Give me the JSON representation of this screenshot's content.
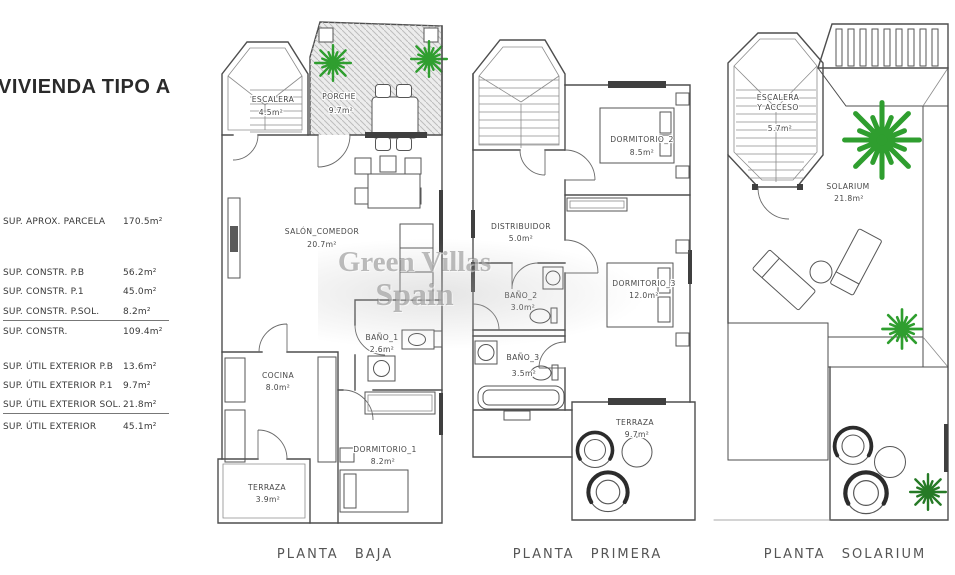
{
  "title": "VIVIENDA TIPO A",
  "watermark": {
    "line1": "Green Villas",
    "line2": "Spain"
  },
  "area_table": {
    "rows": [
      {
        "label": "SUP. APROX. PARCELA",
        "value": "170.5m²"
      },
      {
        "label": "SUP. CONSTR. P.B",
        "value": "56.2m²"
      },
      {
        "label": "SUP. CONSTR. P.1",
        "value": "45.0m²"
      },
      {
        "label": "SUP. CONSTR. P.SOL.",
        "value": "8.2m²"
      },
      {
        "label": "SUP. CONSTR.",
        "value": "109.4m²"
      },
      {
        "label": "SUP. ÚTIL EXTERIOR P.B",
        "value": "13.6m²"
      },
      {
        "label": "SUP. ÚTIL EXTERIOR P.1",
        "value": "9.7m²"
      },
      {
        "label": "SUP. ÚTIL EXTERIOR SOL.",
        "value": "21.8m²"
      },
      {
        "label": "SUP. ÚTIL EXTERIOR",
        "value": "45.1m²"
      }
    ]
  },
  "plans": [
    {
      "caption": "PLANTA BAJA",
      "rooms": [
        {
          "name": "ESCALERA",
          "area": "4.5m²"
        },
        {
          "name": "PORCHE",
          "area": "9.7m²"
        },
        {
          "name": "SALÓN_COMEDOR",
          "area": "20.7m²"
        },
        {
          "name": "BAÑO_1",
          "area": "2.6m²"
        },
        {
          "name": "COCINA",
          "area": "8.0m²"
        },
        {
          "name": "DORMITORIO_1",
          "area": "8.2m²"
        },
        {
          "name": "TERRAZA",
          "area": "3.9m²"
        }
      ]
    },
    {
      "caption": "PLANTA PRIMERA",
      "rooms": [
        {
          "name": "DORMITORIO_2",
          "area": "8.5m²"
        },
        {
          "name": "DISTRIBUIDOR",
          "area": "5.0m²"
        },
        {
          "name": "BAÑO_2",
          "area": "3.0m²"
        },
        {
          "name": "DORMITORIO_3",
          "area": "12.0m²"
        },
        {
          "name": "BAÑO_3",
          "area": "3.5m²"
        },
        {
          "name": "TERRAZA",
          "area": "9.7m²"
        }
      ]
    },
    {
      "caption": "PLANTA SOLARIUM",
      "rooms": [
        {
          "name": "ESCALERA",
          "name2": "Y ACCESO",
          "area": "5.7m²"
        },
        {
          "name": "SOLARIUM",
          "area": "21.8m²"
        }
      ]
    }
  ],
  "colors": {
    "palm_green": "#2f9e2f",
    "bush_green": "#267a26",
    "wall_line": "#4e4e4e",
    "window_dark": "#3f3f3f",
    "porch_hatch": "#bdbdbd"
  }
}
